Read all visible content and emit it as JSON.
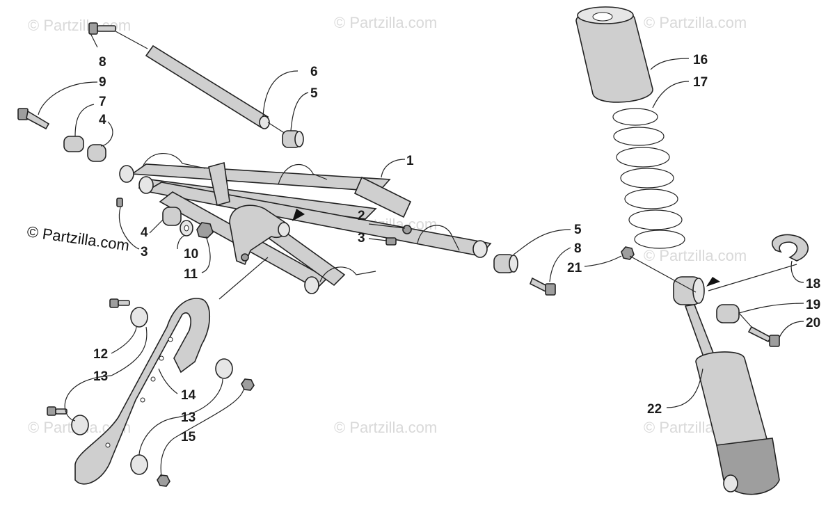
{
  "watermark_text": "© Partzilla.com",
  "copyright_text": "© Partzilla.com",
  "callouts": [
    {
      "label": "1"
    },
    {
      "label": "2"
    },
    {
      "label": "3"
    },
    {
      "label": "3"
    },
    {
      "label": "4"
    },
    {
      "label": "4"
    },
    {
      "label": "5"
    },
    {
      "label": "5"
    },
    {
      "label": "6"
    },
    {
      "label": "7"
    },
    {
      "label": "8"
    },
    {
      "label": "8"
    },
    {
      "label": "9"
    },
    {
      "label": "10"
    },
    {
      "label": "11"
    },
    {
      "label": "12"
    },
    {
      "label": "13"
    },
    {
      "label": "13"
    },
    {
      "label": "14"
    },
    {
      "label": "15"
    },
    {
      "label": "16"
    },
    {
      "label": "17"
    },
    {
      "label": "18"
    },
    {
      "label": "19"
    },
    {
      "label": "20"
    },
    {
      "label": "21"
    },
    {
      "label": "22"
    }
  ]
}
